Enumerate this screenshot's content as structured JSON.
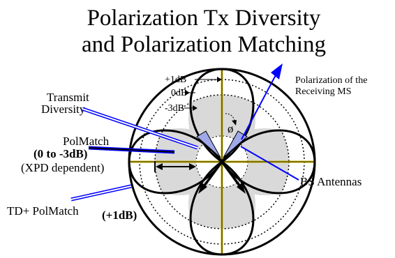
{
  "title": {
    "line1": "Polarization Tx Diversity",
    "line2": "and Polarization Matching"
  },
  "labels": {
    "plus1db": "+1dB",
    "zerodb": "0dB",
    "minus3db": "-3dB",
    "receiving_ms_line1": "Polarization of the",
    "receiving_ms_line2": "Receiving MS",
    "transmit_line1": "Transmit",
    "transmit_line2": "Diversity",
    "polmatch": "PolMatch",
    "polmatch_range": "(0 to -3dB)",
    "xpd_dependent": "(XPD dependent)",
    "phi": "ø",
    "bs_antennas": "BS Antennas",
    "td_polmatch": "TD+ PolMatch",
    "td_gain": "(+1dB)"
  },
  "colors": {
    "pointer_blue": "#0000ff",
    "feed_yellow": "#c8b400",
    "shade_grey": "#d9d9d9",
    "antenna_fill": "#9fa8e8",
    "outline": "#000000"
  }
}
